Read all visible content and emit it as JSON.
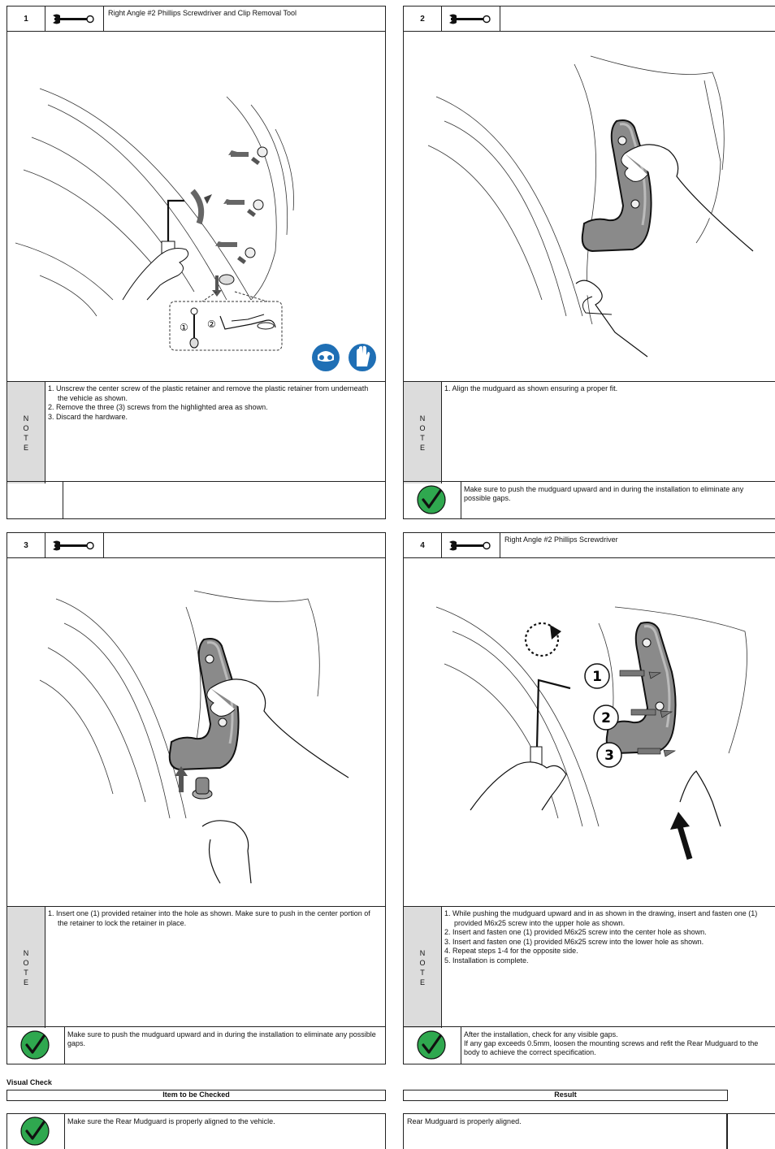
{
  "steps": [
    {
      "number": "1",
      "tool": "Right Angle #2 Phillips Screwdriver and Clip Removal Tool",
      "note_letters": [
        "N",
        "O",
        "T",
        "E"
      ],
      "notes": [
        "1. Unscrew the center screw of the plastic retainer and remove the plastic retainer from underneath the vehicle as shown.",
        "2. Remove the three (3) screws from the highlighted area as shown.",
        "3. Discard the hardware."
      ],
      "callouts": [
        "①",
        "②"
      ],
      "check": ""
    },
    {
      "number": "2",
      "tool": "",
      "note_letters": [
        "N",
        "O",
        "T",
        "E"
      ],
      "notes": [
        "1. Align the mudguard as shown ensuring a proper fit."
      ],
      "check": "Make sure to push the mudguard upward and in during the installation to eliminate any possible gaps."
    },
    {
      "number": "3",
      "tool": "",
      "note_letters": [
        "N",
        "O",
        "T",
        "E"
      ],
      "notes": [
        "1. Insert one (1) provided retainer into the hole as shown. Make sure to push in the center portion of the retainer to lock the retainer in place."
      ],
      "check": "Make sure to push the mudguard upward and in during the installation to eliminate any possible gaps."
    },
    {
      "number": "4",
      "tool": "Right Angle #2 Phillips Screwdriver",
      "note_letters": [
        "N",
        "O",
        "T",
        "E"
      ],
      "notes": [
        "1. While pushing the mudguard upward and in as shown in the drawing, insert and fasten one (1) provided M6x25 screw into the upper hole as shown.",
        "2. Insert and fasten one (1) provided M6x25 screw into the center hole as shown.",
        "3. Insert and fasten one (1) provided M6x25 screw into the lower hole as shown.",
        "4. Repeat steps 1-4 for the opposite side.",
        "5. Installation is complete."
      ],
      "callouts": [
        "1",
        "2",
        "3"
      ],
      "check": "After the installation, check for any visible gaps.\nIf any gap exceeds 0.5mm, loosen the mounting screws and refit the Rear Mudguard to the body to achieve the correct specification."
    }
  ],
  "visual_check": {
    "title": "Visual Check",
    "item_header": "Item to be Checked",
    "result_header": "Result",
    "item_text": "Make sure the Rear Mudguard is properly aligned to the vehicle.",
    "result_text": "Rear Mudguard is properly aligned."
  },
  "colors": {
    "check_green": "#2fa84f",
    "ppe_blue": "#1f6fb5",
    "note_gray": "#dcdcdc",
    "mudguard_gray": "#8a8a8a"
  },
  "icons": [
    "wrench-icon",
    "check-icon",
    "goggles-icon",
    "gloves-icon"
  ]
}
